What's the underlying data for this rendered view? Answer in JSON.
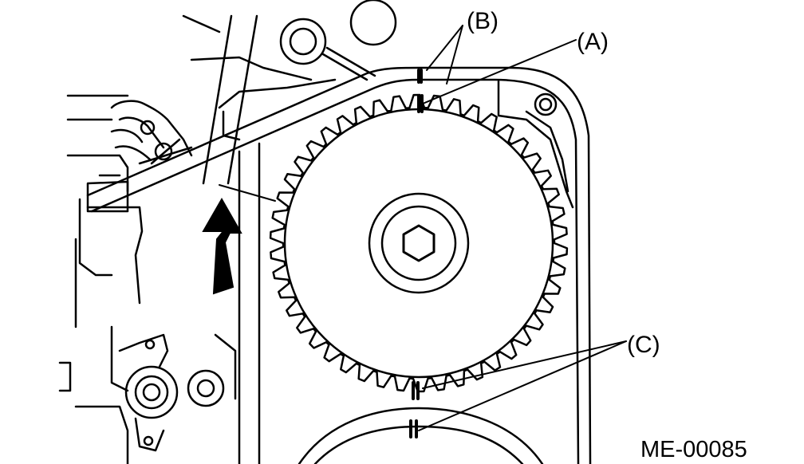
{
  "labels": {
    "a": "(A)",
    "b": "(B)",
    "c": "(C)"
  },
  "figure_id": "ME-00085",
  "colors": {
    "ink": "#000000",
    "paper": "#ffffff"
  }
}
